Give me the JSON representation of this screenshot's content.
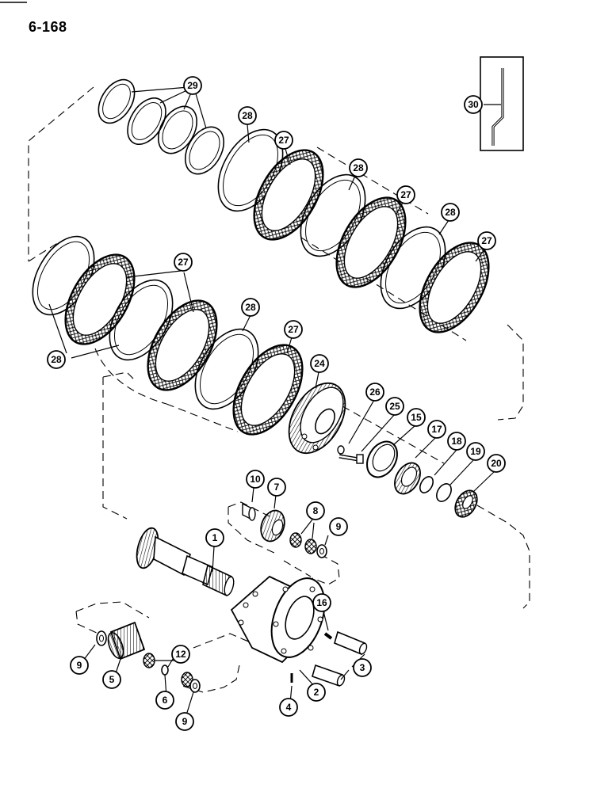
{
  "page": {
    "number": "6-168"
  },
  "colors": {
    "ink": "#000000",
    "paper": "#ffffff"
  },
  "callouts": {
    "c29": "29",
    "c30": "30",
    "c28a": "28",
    "c27a": "27",
    "c28b": "28",
    "c27b": "27",
    "c28c": "28",
    "c27c": "27",
    "c27d": "27",
    "c28d": "28",
    "c28e": "28",
    "c27e": "27",
    "c24": "24",
    "c26": "26",
    "c25": "25",
    "c15": "15",
    "c17": "17",
    "c18": "18",
    "c19": "19",
    "c20": "20",
    "c10": "10",
    "c7": "7",
    "c8": "8",
    "c9a": "9",
    "c1": "1",
    "c16": "16",
    "c12": "12",
    "c9b": "9",
    "c5": "5",
    "c6": "6",
    "c9c": "9",
    "c3": "3",
    "c2": "2",
    "c4": "4"
  }
}
